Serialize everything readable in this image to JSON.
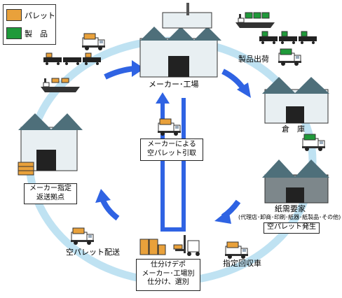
{
  "legend": {
    "pallet_label": "パレット",
    "product_label": "製　品",
    "pallet_color": "#e9a13b",
    "product_color": "#1f9a3a"
  },
  "colors": {
    "cycle_ring": "#bfe2f2",
    "arrow": "#2f63e3",
    "roof": "#4e6f7a",
    "wall": "#e8eff2"
  },
  "nodes": {
    "factory": "メーカー･工場",
    "shipping": "製品出荷",
    "warehouse": "倉　庫",
    "consumer_title": "紙需要家",
    "consumer_sub": "(代理店･卸商･印刷･紙器･紙製品･その他)",
    "empty_pallet_occur": "空パレット発生",
    "designated_truck": "指定回収車",
    "depot_line1": "仕分けデポ",
    "depot_line2": "メーカー･工場別",
    "depot_line3": "仕分け、選別",
    "empty_delivery": "空パレット配送",
    "return_line1": "メーカー指定",
    "return_line2": "返送拠点",
    "pickup_line1": "メーカーによる",
    "pickup_line2": "空パレット引取"
  }
}
